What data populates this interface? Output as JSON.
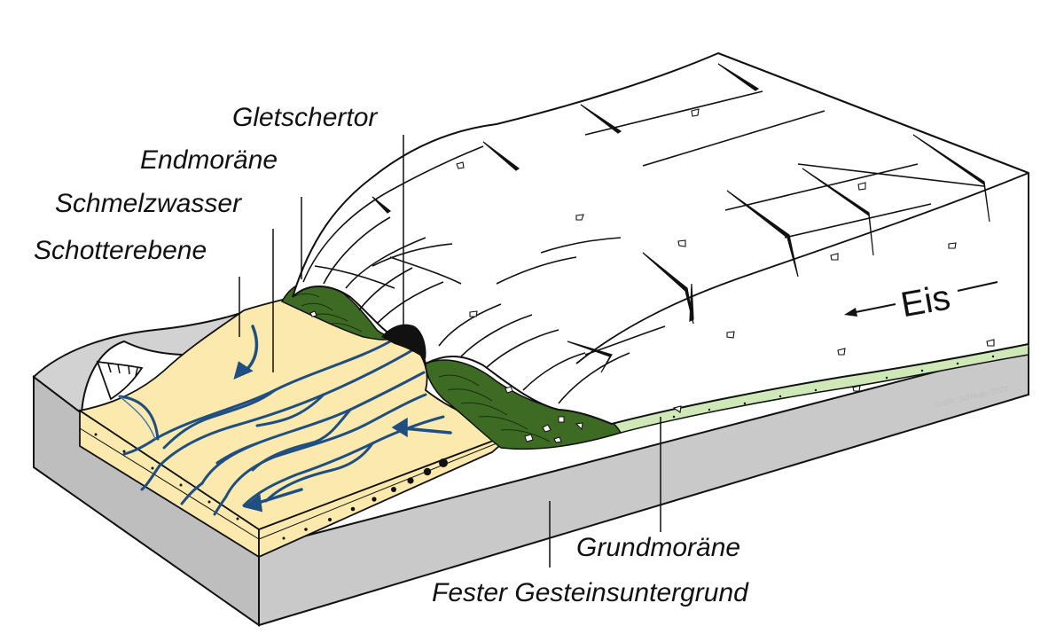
{
  "labels": {
    "gletschertor": "Gletschertor",
    "endmoraene": "Endmoräne",
    "schmelzwasser": "Schmelzwasser",
    "schotterebene": "Schotterebene",
    "eis": "Eis",
    "grundmoraene": "Grundmoräne",
    "fester_gestein": "Fester Gesteinsuntergrund",
    "credit": "Grafik: Schwab, 2022"
  },
  "colors": {
    "rock": "#c9c9c9",
    "rock_top": "#d2d2d2",
    "outwash": "#fbe9ad",
    "meltwater": "#1f4f82",
    "end_moraine": "#3e6b24",
    "ground_moraine": "#cfe8b8",
    "ice": "#ffffff",
    "outline": "#111111"
  }
}
